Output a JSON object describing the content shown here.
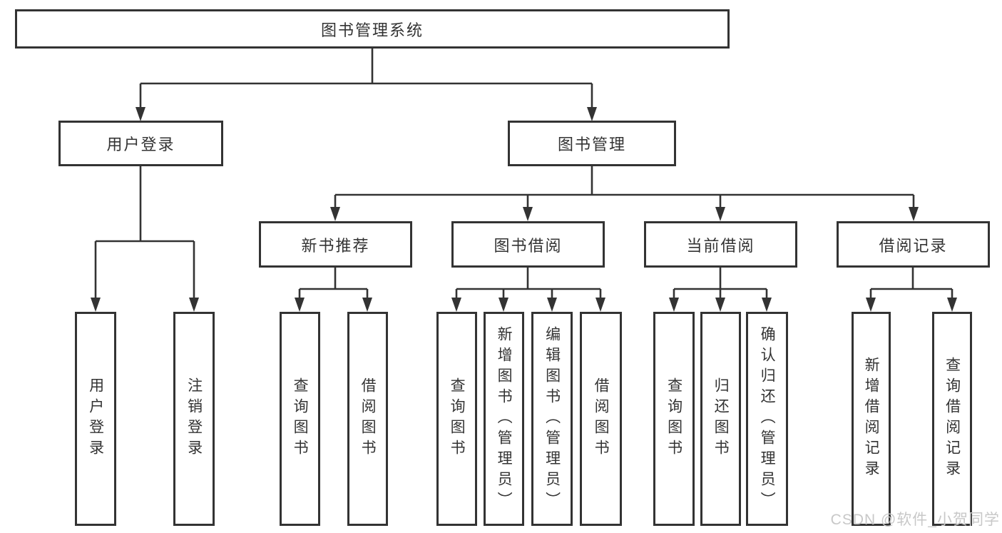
{
  "tree": {
    "label": "图书管理系统",
    "children": [
      {
        "label": "用户登录",
        "children": [
          {
            "label": "用户登录"
          },
          {
            "label": "注销登录"
          }
        ]
      },
      {
        "label": "图书管理",
        "children": [
          {
            "label": "新书推荐",
            "children": [
              {
                "label": "查询图书"
              },
              {
                "label": "借阅图书"
              }
            ]
          },
          {
            "label": "图书借阅",
            "children": [
              {
                "label": "查询图书"
              },
              {
                "label": "新增图书（管理员）"
              },
              {
                "label": "编辑图书（管理员）"
              },
              {
                "label": "借阅图书"
              }
            ]
          },
          {
            "label": "当前借阅",
            "children": [
              {
                "label": "查询图书"
              },
              {
                "label": "归还图书"
              },
              {
                "label": "确认归还（管理员）"
              }
            ]
          },
          {
            "label": "借阅记录",
            "children": [
              {
                "label": "新增借阅记录"
              },
              {
                "label": "查询借阅记录"
              }
            ]
          }
        ]
      }
    ]
  },
  "watermark": {
    "text": "CSDN @软件_小贺同学"
  },
  "colors": {
    "line": "#333333",
    "text": "#333333",
    "watermark": "#c8c8c8",
    "background": "#ffffff"
  }
}
